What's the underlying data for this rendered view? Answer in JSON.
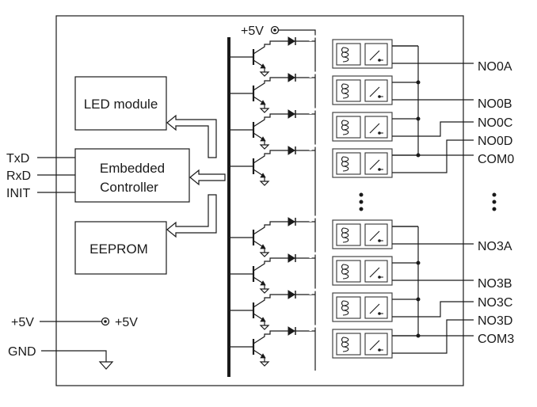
{
  "power": {
    "top_label": "+5V",
    "input_label": "+5V",
    "output_label": "+5V",
    "gnd_label": "GND"
  },
  "blocks": {
    "led": "LED module",
    "controller_line1": "Embedded",
    "controller_line2": "Controller",
    "eeprom": "EEPROM"
  },
  "inputs": [
    "TxD",
    "RxD",
    "INIT"
  ],
  "outputs": [
    "NO0A",
    "NO0B",
    "NO0C",
    "NO0D",
    "COM0",
    "NO3A",
    "NO3B",
    "NO3C",
    "NO3D",
    "COM3"
  ]
}
